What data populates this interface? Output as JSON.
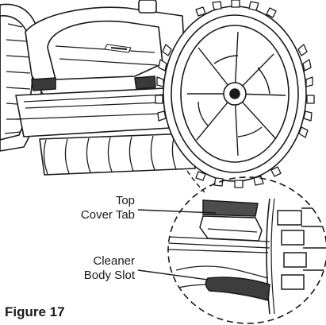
{
  "labels": {
    "top_cover_tab": [
      "Top",
      "Cover Tab"
    ],
    "cleaner_body_slot": [
      "Cleaner",
      "Body Slot"
    ]
  },
  "caption": "Figure 17",
  "colors": {
    "ink": "#1a1a1a",
    "tab_fill": "#4d4d4d",
    "slot_fill": "#3d3d3d",
    "body_fill": "#ffffff"
  }
}
